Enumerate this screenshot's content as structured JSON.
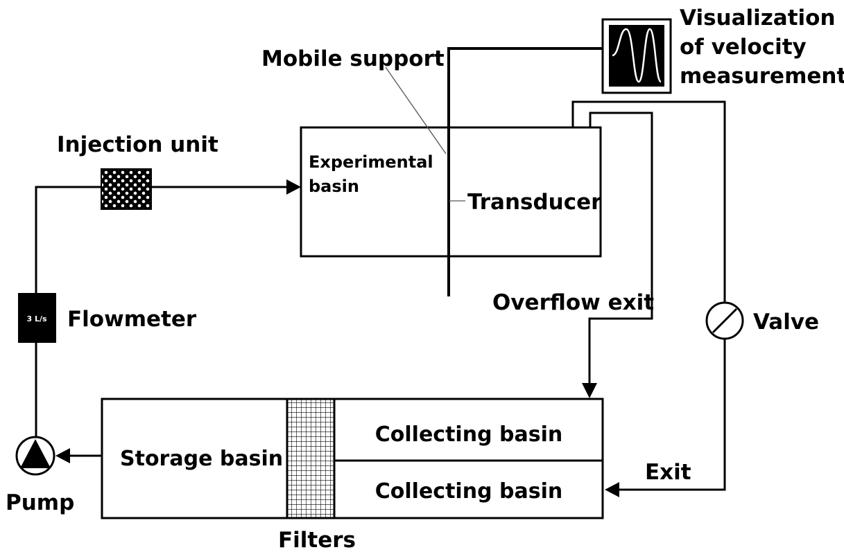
{
  "labels": {
    "visualization_line1": "Visualization",
    "visualization_line2": "of velocity",
    "visualization_line3": "measurement",
    "mobile_support": "Mobile support",
    "injection_unit": "Injection unit",
    "experimental_basin_line1": "Experimental",
    "experimental_basin_line2": "basin",
    "transducer": "Transducer",
    "overflow_exit": "Overflow exit",
    "valve": "Valve",
    "flowmeter": "Flowmeter",
    "flowmeter_reading": "3 L/s",
    "collecting_basin_top": "Collecting basin",
    "collecting_basin_bottom": "Collecting basin",
    "storage_basin": "Storage basin",
    "exit": "Exit",
    "pump": "Pump",
    "filters": "Filters"
  }
}
